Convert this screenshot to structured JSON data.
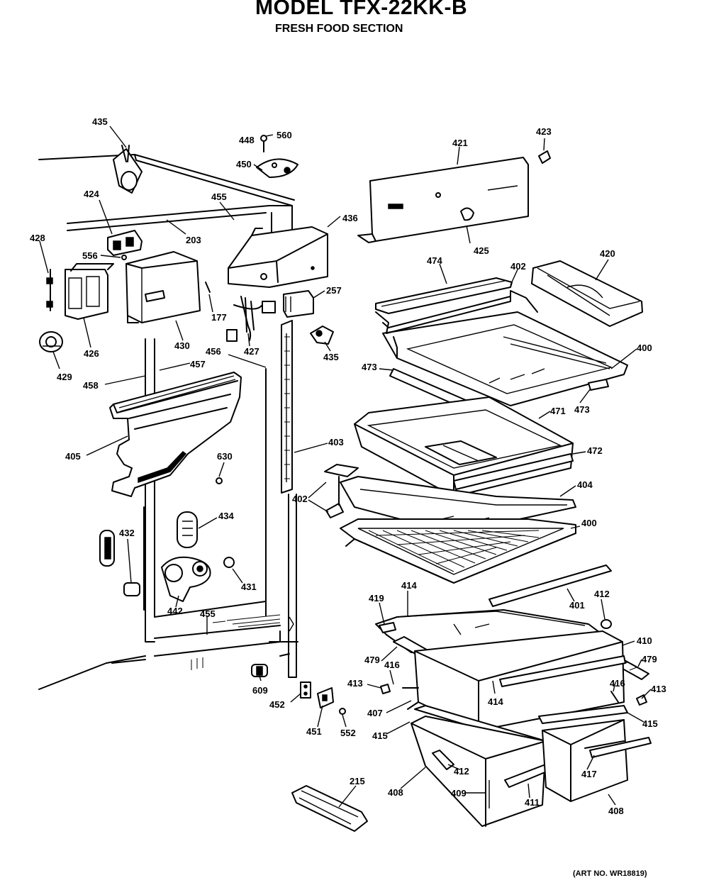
{
  "header": {
    "title": "MODEL TFX-22KK-B",
    "subtitle": "FRESH FOOD SECTION"
  },
  "footer": {
    "art_no": "(ART NO. WR18819)"
  },
  "callouts": [
    "435",
    "448",
    "560",
    "450",
    "424",
    "455",
    "436",
    "421",
    "423",
    "428",
    "556",
    "203",
    "425",
    "420",
    "474",
    "402",
    "257",
    "426",
    "430",
    "177",
    "427",
    "435",
    "429",
    "458",
    "457",
    "456",
    "473",
    "400",
    "473",
    "471",
    "405",
    "630",
    "403",
    "472",
    "402",
    "404",
    "434",
    "400",
    "432",
    "431",
    "442",
    "455",
    "419",
    "414",
    "401",
    "412",
    "479",
    "416",
    "410",
    "479",
    "413",
    "609",
    "452",
    "451",
    "552",
    "407",
    "414",
    "416",
    "413",
    "415",
    "415",
    "412",
    "408",
    "409",
    "411",
    "417",
    "408",
    "215"
  ]
}
